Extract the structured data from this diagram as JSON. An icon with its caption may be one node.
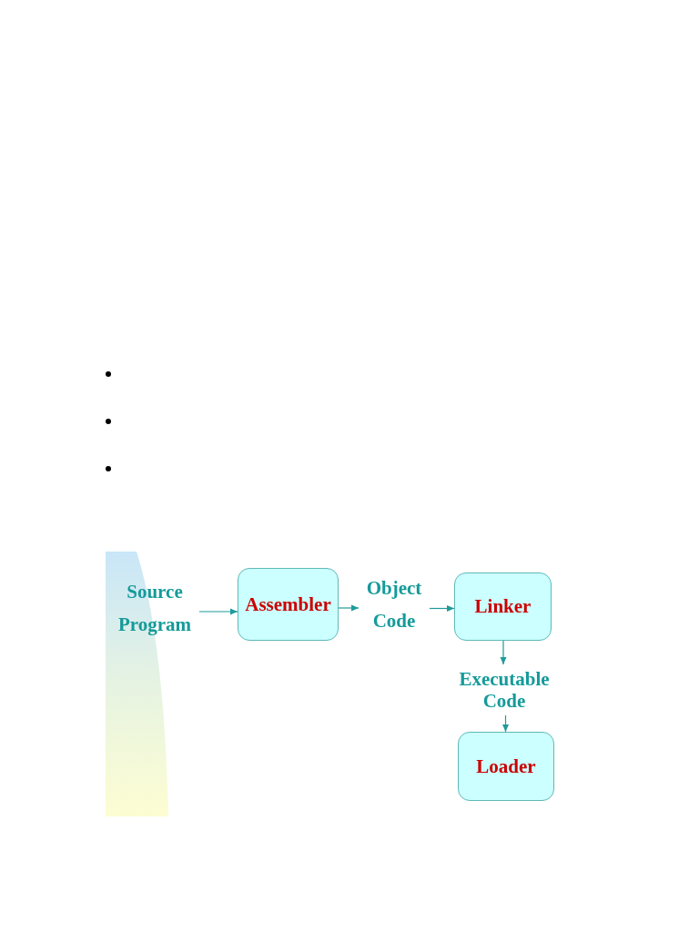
{
  "diagram": {
    "nodes": [
      {
        "text": [
          "Source Program"
        ]
      },
      {
        "text": [
          "Assembler"
        ]
      },
      {
        "text": [
          "Object Code"
        ]
      },
      {
        "text": [
          "Linker"
        ]
      },
      {
        "text": [
          "Executable Code"
        ]
      },
      {
        "text": [
          "Loader"
        ]
      }
    ],
    "edges": [
      {
        "from": 0,
        "to": 1,
        "arrow": "to"
      },
      {
        "from": 1,
        "to": 2,
        "arrow": "to"
      },
      {
        "from": 2,
        "to": 3,
        "arrow": "to"
      },
      {
        "from": 3,
        "to": 4,
        "arrow": "to"
      },
      {
        "from": 4,
        "to": 5,
        "arrow": "to"
      }
    ]
  }
}
